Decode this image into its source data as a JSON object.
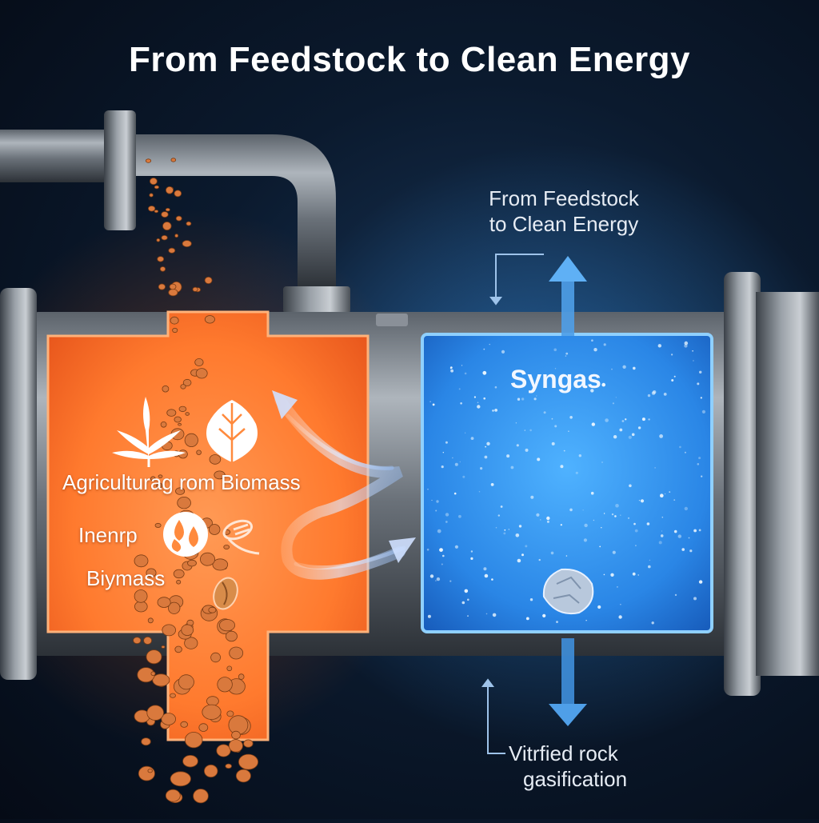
{
  "title": "From Feedstock to Clean Energy",
  "labels": {
    "agriculture_biomass": "Agriculturag rom Biomass",
    "inenrp": "Inenrp",
    "biymass": "Biymass",
    "syngas": "Syngas",
    "top_note_line1": "From Feedstock",
    "top_note_line2": "to Clean Energy",
    "bottom_note_line1": "Vitrfied rock",
    "bottom_note_line2": "gasification"
  },
  "colors": {
    "hot_chamber": "#ff7a2e",
    "cold_chamber": "#3aa2ff",
    "particles": "#d9793d",
    "metal": "#8e959d"
  },
  "icons": [
    "cannabis-leaf-icon",
    "leaf-icon",
    "biomass-drops-icon",
    "wood-chip-icon",
    "seed-icon",
    "vitrified-rock-icon"
  ]
}
